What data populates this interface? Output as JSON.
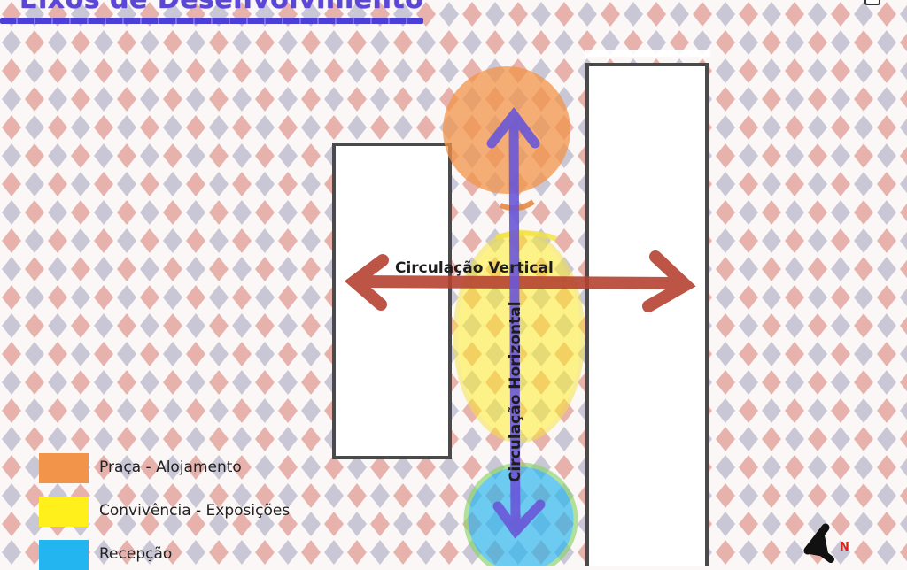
{
  "page": {
    "title": "Eixos de Desenvolvimento"
  },
  "colors": {
    "background_diamond_a": "#e8b2ac",
    "background_diamond_b": "#c9c7d6",
    "praca": "#f2944a",
    "convivencia": "#ffef1a",
    "recepcao": "#22b5ef",
    "vertical_arrow": "#6a57d8",
    "horizontal_arrow": "#b54332",
    "title": "#5b46d6"
  },
  "diagram": {
    "label_vertical": "Circulação Vertical",
    "label_horizontal": "Circulação Horizontal",
    "north_label": "N"
  },
  "legend": {
    "items": [
      {
        "label": "Praça - Alojamento",
        "color": "#f2944a"
      },
      {
        "label": "Convivência - Exposições",
        "color": "#ffef1a"
      },
      {
        "label": "Recepção",
        "color": "#22b5ef"
      }
    ]
  }
}
